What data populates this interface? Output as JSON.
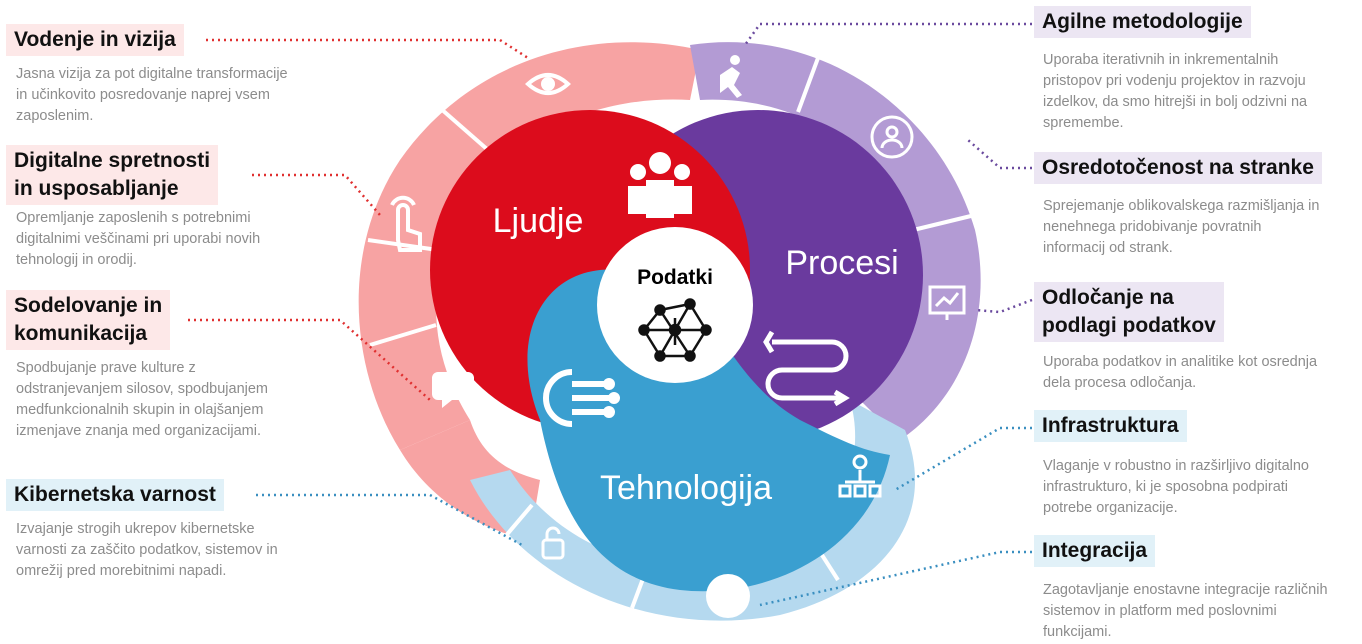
{
  "center": {
    "ljudje": "Ljudje",
    "procesi": "Procesi",
    "tehnologija": "Tehnologija",
    "podatki": "Podatki"
  },
  "colors": {
    "red": "#dc0c1c",
    "red_light": "#f7a3a3",
    "purple": "#6a3a9e",
    "purple_light": "#b39bd4",
    "blue": "#3a9fd0",
    "blue_light": "#b5d9ef"
  },
  "left": [
    {
      "title": "Vodenje in vizija",
      "desc": "Jasna vizija za pot digitalne transformacije\nin učinkovito posredovanje naprej vsem\nzaposlenim.",
      "icon": "eye-icon"
    },
    {
      "title": "Digitalne spretnosti\nin usposabljanje",
      "desc": "Opremljanje zaposlenih s potrebnimi\ndigitalnimi veščinami pri uporabi novih\ntehnologij in orodij.",
      "icon": "touch-icon"
    },
    {
      "title": "Sodelovanje in\nkomunikacija",
      "desc": "Spodbujanje prave kulture z\nodstranjevanjem silosov, spodbujanjem\nmedfunkcionalnih skupin in olajšanjem\nizmenjave znanja med organizacijami.",
      "icon": "chat-icon"
    },
    {
      "title": "Kibernetska varnost",
      "desc": "Izvajanje strogih ukrepov kibernetske\nvarnosti za zaščito podatkov, sistemov in\nomrežij pred morebitnimi napadi.",
      "icon": "lock-icon"
    }
  ],
  "right": [
    {
      "title": "Agilne metodologije",
      "desc": "Uporaba iterativnih in inkrementalnih\npristopov pri vodenju projektov in razvoju\nizdelkov, da smo hitrejši in bolj odzivni na\nspremembe.",
      "icon": "runner-icon"
    },
    {
      "title": "Osredotočenost na stranke",
      "desc": "Sprejemanje oblikovalskega razmišljanja in\nnenehnega pridobivanje povratnih\ninformacij od strank.",
      "icon": "customer-target-icon"
    },
    {
      "title": "Odločanje na\npodlagi podatkov",
      "desc": "Uporaba podatkov in analitike kot osrednja\ndela procesa odločanja.",
      "icon": "chart-icon"
    },
    {
      "title": "Infrastruktura",
      "desc": "Vlaganje v robustno in razširljivo digitalno\ninfrastrukturo, ki je sposobna podpirati\npotrebe organizacije.",
      "icon": "network-icon"
    },
    {
      "title": "Integracija",
      "desc": "Zagotavljanje enostavne integracije različnih\nsistemov in platform med poslovnimi\nfunkcijami.",
      "icon": "puzzle-icon"
    }
  ]
}
